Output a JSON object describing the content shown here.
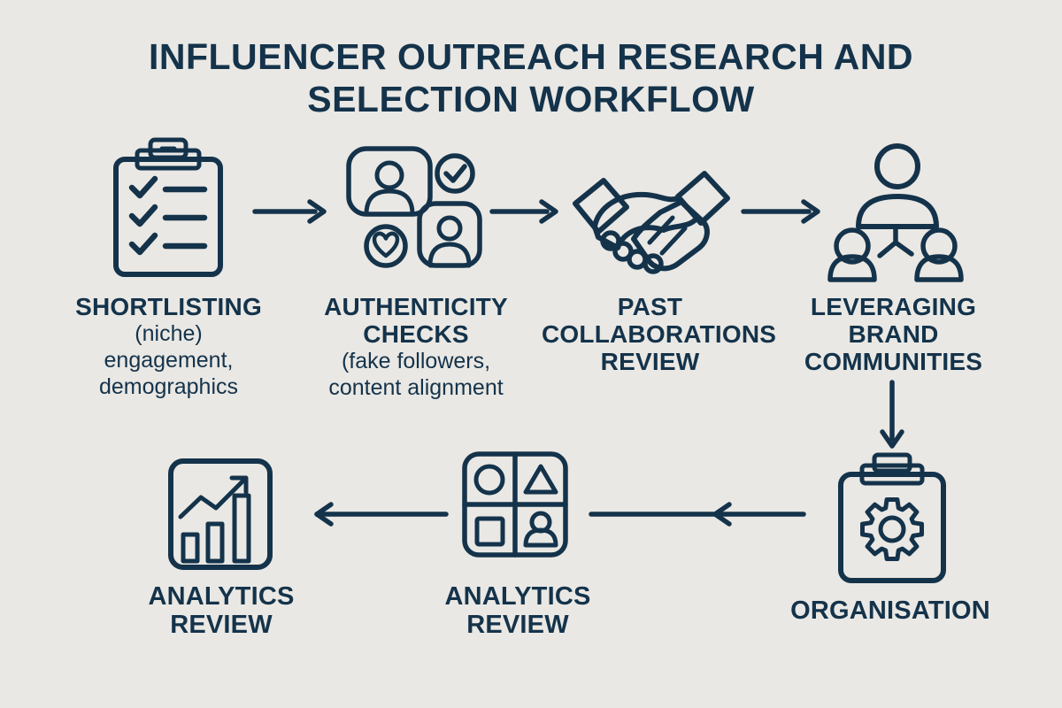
{
  "header": {
    "title_lines": [
      "INFLUENCER OUTREACH RESEARCH AND",
      "SELECTION WORKFLOW"
    ]
  },
  "colors": {
    "background": "#EAE8E4",
    "ink_navy": "#14334B",
    "teal_mid": "#8FCBCE",
    "teal_light": "#BFE0E2",
    "panel_teal": "#D9E8E8",
    "paper_white": "#FBFBF9"
  },
  "steps": [
    {
      "name": "shortlisting",
      "icon": "clipboard-checklist-icon",
      "title_lines": [
        "SHORTLISTING"
      ],
      "sub_lines": [
        "(niche)",
        "engagement,",
        "demographics"
      ]
    },
    {
      "name": "authenticity-checks",
      "icon": "profile-cards-verification-icon",
      "title_lines": [
        "AUTHENTICITY",
        "CHECKS"
      ],
      "sub_lines": [
        "(fake followers,",
        "content alignment"
      ]
    },
    {
      "name": "past-collaborations-review",
      "icon": "handshake-icon",
      "title_lines": [
        "PAST",
        "COLLABORATIONS",
        "REVIEW"
      ],
      "sub_lines": []
    },
    {
      "name": "leveraging-brand-communities",
      "icon": "community-org-chart-icon",
      "title_lines": [
        "LEVERAGING",
        "BRAND",
        "COMMUNITIES"
      ],
      "sub_lines": []
    },
    {
      "name": "organisation",
      "icon": "clipboard-gear-icon",
      "title_lines": [
        "ORGANISATION"
      ],
      "sub_lines": []
    },
    {
      "name": "analytics-review-grid",
      "icon": "category-grid-icon",
      "title_lines": [
        "ANALYTICS",
        "REVIEW"
      ],
      "sub_lines": []
    },
    {
      "name": "analytics-review-chart",
      "icon": "bar-chart-growth-icon",
      "title_lines": [
        "ANALYTICS",
        "REVIEW"
      ],
      "sub_lines": []
    }
  ],
  "arrows": [
    {
      "name": "arrow-shortlisting-to-authenticity",
      "direction": "right"
    },
    {
      "name": "arrow-authenticity-to-collaborations",
      "direction": "right"
    },
    {
      "name": "arrow-collaborations-to-communities",
      "direction": "right"
    },
    {
      "name": "arrow-communities-to-organisation",
      "direction": "down"
    },
    {
      "name": "arrow-organisation-to-analytics-grid",
      "direction": "left"
    },
    {
      "name": "arrow-analytics-grid-to-analytics-chart",
      "direction": "left"
    }
  ]
}
